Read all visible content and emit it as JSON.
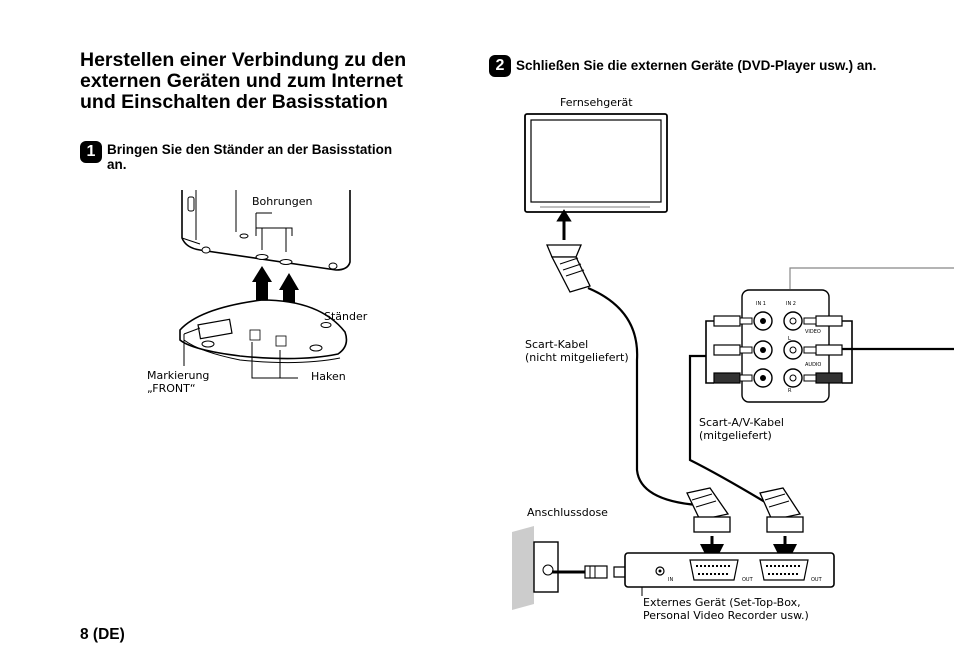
{
  "heading": {
    "line1": "Herstellen einer Verbindung zu den",
    "line2": "externen Geräten und zum Internet",
    "line3": "und Einschalten der Basisstation"
  },
  "step1": {
    "number": "1",
    "text_line1": "Bringen Sie den Ständer an der Basisstation",
    "text_line2": "an.",
    "labels": {
      "bohrungen": "Bohrungen",
      "staender": "Ständer",
      "markierung_line1": "Markierung",
      "markierung_line2": "„FRONT“",
      "haken": "Haken"
    }
  },
  "step2": {
    "number": "2",
    "text": "Schließen Sie die externen Geräte (DVD-Player usw.) an.",
    "labels": {
      "fernsehgeraet": "Fernsehgerät",
      "scart_kabel_line1": "Scart-Kabel",
      "scart_kabel_line2": "(nicht mitgeliefert)",
      "scart_av_line1": "Scart-A/V-Kabel",
      "scart_av_line2": "(mitgeliefert)",
      "anschlussdose": "Anschlussdose",
      "externes_line1": "Externes Gerät (Set-Top-Box,",
      "externes_line2": "Personal Video Recorder usw.)"
    },
    "port_labels": {
      "in1": "IN 1",
      "in2": "IN 2",
      "video": "VIDEO",
      "audio": "AUDIO",
      "l": "L",
      "r": "R",
      "in": "IN",
      "out": "OUT"
    }
  },
  "footer": {
    "page": "8 (DE)"
  }
}
